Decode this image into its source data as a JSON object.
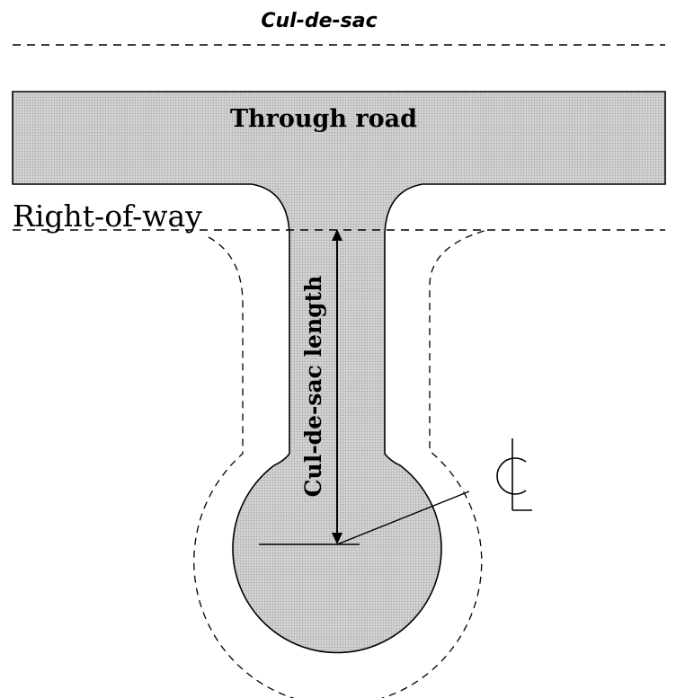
{
  "title": "Cul-de-sac",
  "labels": {
    "through_road": "Through road",
    "right_of_way": "Right-of-way",
    "cul_de_sac_length": "Cul-de-sac length"
  },
  "colors": {
    "pavement": "#c9c9c9",
    "pavement_stroke": "#000000",
    "line": "#000000",
    "background": "#ffffff"
  },
  "symbols": {
    "centerline": "centerline-icon"
  }
}
